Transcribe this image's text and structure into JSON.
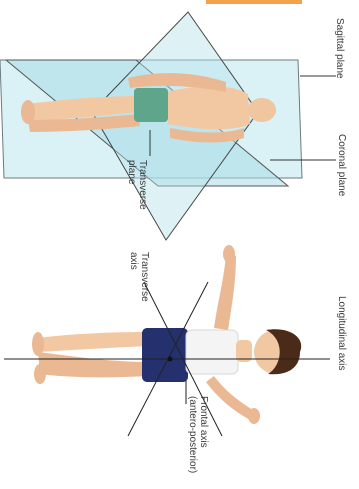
{
  "labels": {
    "sagittal_plane": "Sagittal plane",
    "coronal_plane": "Coronal plane",
    "transverse_plane_line1": "Transverse",
    "transverse_plane_line2": "plane",
    "longitudinal_axis": "Longitudinal axis",
    "transverse_axis_line1": "Transverse",
    "transverse_axis_line2": "axis",
    "frontal_axis_line1": "Frontal axis",
    "frontal_axis_line2": "(antero-posterior)"
  },
  "colors": {
    "plane_fill": "#bfe6ee",
    "plane_edge": "#555555",
    "skin": "#f2c8a2",
    "trunks_green": "#5ea58c",
    "shorts_navy": "#25306e",
    "shirt_white": "#f4f4f4",
    "hair_brown": "#4a2a18",
    "accent_orange": "#f4a24a"
  }
}
